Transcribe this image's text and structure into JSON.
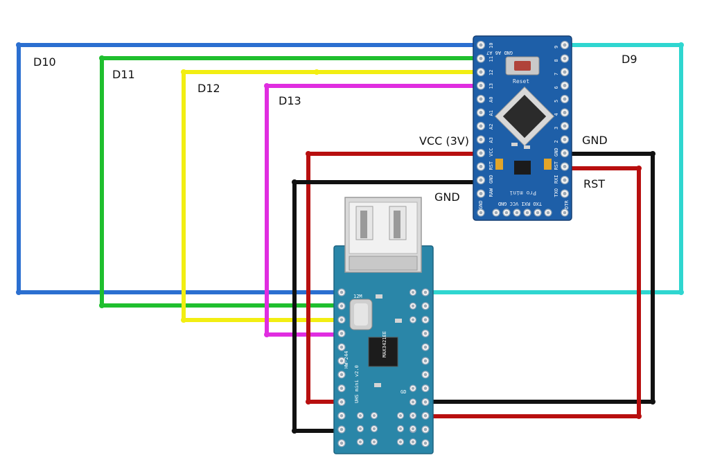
{
  "colors": {
    "blue": "#2b6fd0",
    "green": "#1fbf2e",
    "yellow": "#f2ee12",
    "magenta": "#e02de0",
    "cyan": "#2fd6d0",
    "red": "#b80f0f",
    "black": "#111111",
    "pcb": "#1e5fa8",
    "usb_pcb": "#2a86a8"
  },
  "labels": {
    "d10": "D10",
    "d11": "D11",
    "d12": "D12",
    "d13": "D13",
    "d9": "D9",
    "vcc": "VCC (3V)",
    "gnd_right": "GND",
    "gnd_left": "GND",
    "rst": "RST"
  },
  "pro_mini": {
    "reset_label": "Reset",
    "model_label": "Pro mini",
    "top_pins": "GND A6 A7",
    "bottom_pins": "TXO RXI VCC GND",
    "left_pins": [
      "10",
      "11",
      "12",
      "13",
      "A0",
      "A1",
      "A2",
      "A3",
      "VCC",
      "RST",
      "GND",
      "RAW"
    ],
    "right_pins": [
      "9",
      "8",
      "7",
      "6",
      "5",
      "4",
      "3",
      "2",
      "GND",
      "RST",
      "RXI",
      "TXO"
    ],
    "corner_left": "GND",
    "corner_right": "DTR"
  },
  "usb_host": {
    "board_text_1": "HW-244",
    "board_text_2": "UHS mini v2.0",
    "crystal_label": "12M",
    "chip_label": "MAX3421EE",
    "gnd_label": "GD"
  }
}
